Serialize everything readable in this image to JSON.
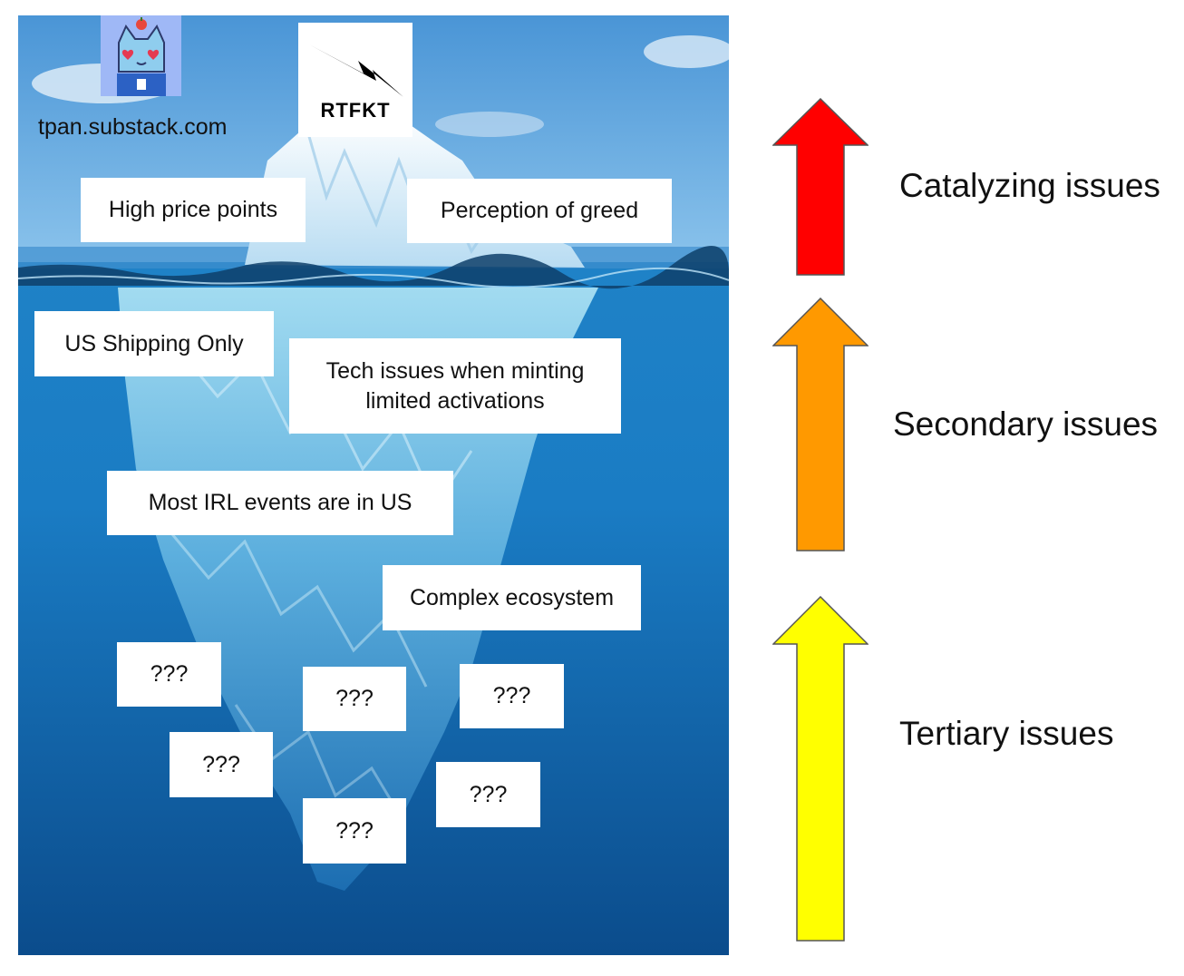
{
  "credit": "tpan.substack.com",
  "brand_logo": {
    "text": "RTFKT"
  },
  "avatar": {
    "icon": "cat-avatar-icon"
  },
  "boxes": {
    "high_price": "High price points",
    "greed": "Perception of greed",
    "us_shipping": "US Shipping Only",
    "tech_issues_line1": "Tech issues when minting",
    "tech_issues_line2": "limited activations",
    "irl_events": "Most IRL events are in US",
    "complex": "Complex ecosystem",
    "unknown": [
      "???",
      "???",
      "???",
      "???",
      "???",
      "???"
    ]
  },
  "tiers": [
    {
      "label": "Catalyzing issues",
      "color": "#ff0000"
    },
    {
      "label": "Secondary issues",
      "color": "#ff9900"
    },
    {
      "label": "Tertiary issues",
      "color": "#ffff00"
    }
  ]
}
